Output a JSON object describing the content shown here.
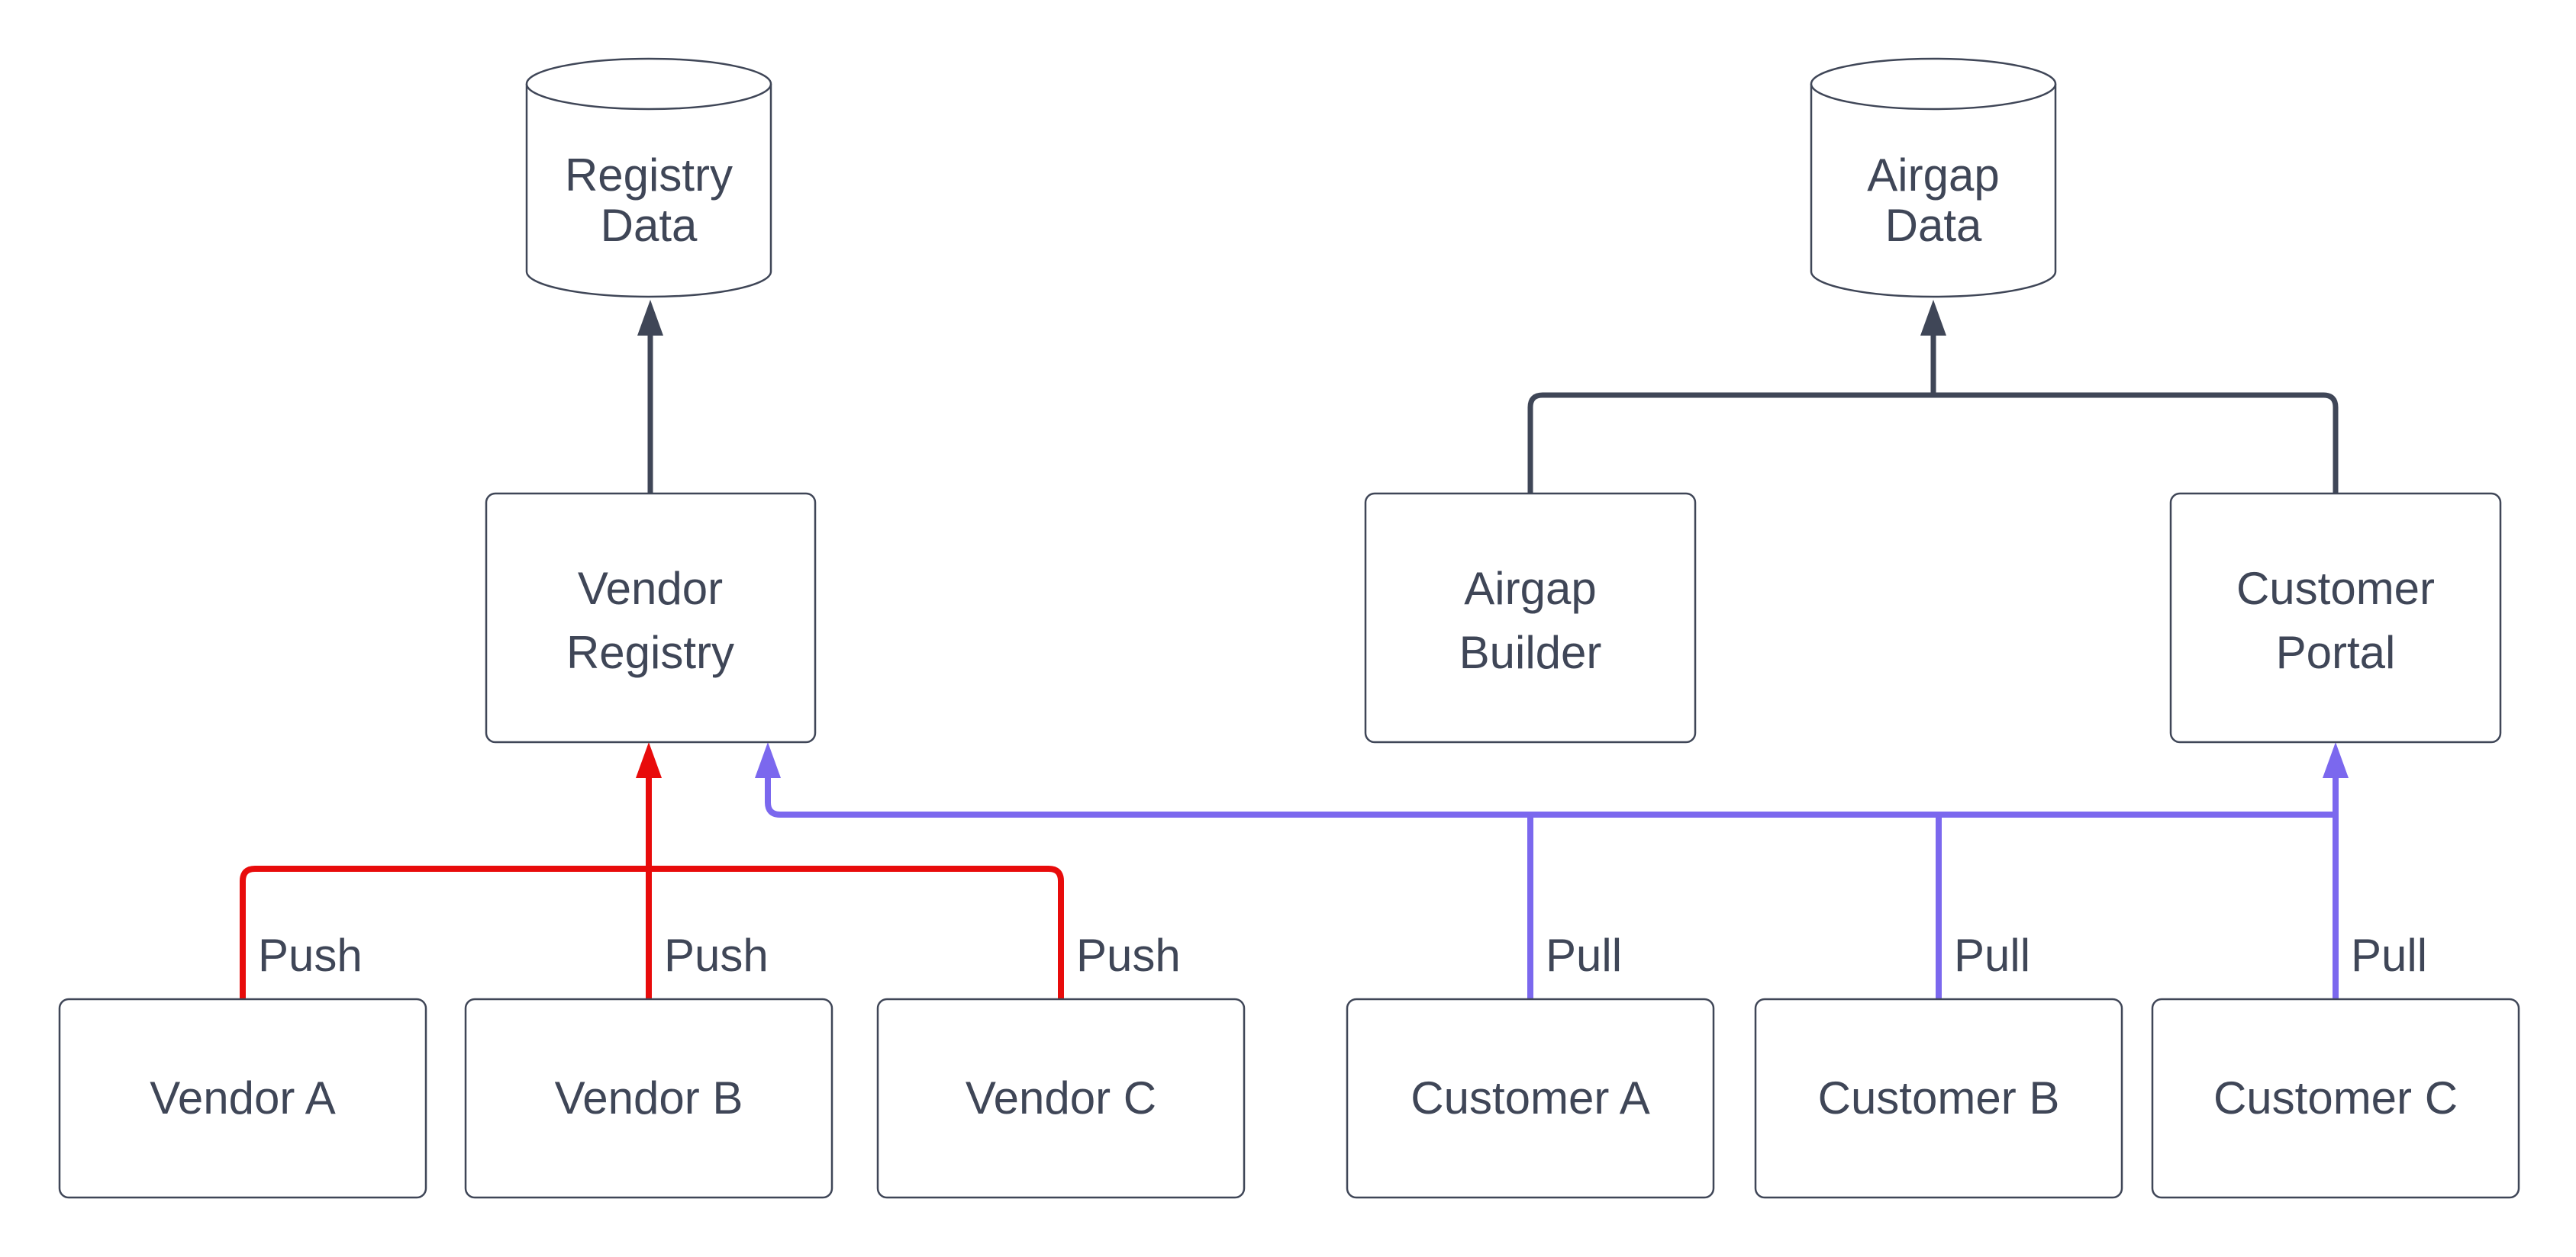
{
  "colors": {
    "ink": "#3f4657",
    "push": "#e80b0b",
    "pull": "#7b68ee",
    "fill": "#ffffff",
    "background": "#ffffff"
  },
  "datastores": [
    {
      "name": "registry-data",
      "lines": [
        "Registry",
        "Data"
      ]
    },
    {
      "name": "airgap-data",
      "lines": [
        "Airgap",
        "Data"
      ]
    }
  ],
  "services": [
    {
      "name": "vendor-registry",
      "lines": [
        "Vendor",
        "Registry"
      ]
    },
    {
      "name": "airgap-builder",
      "lines": [
        "Airgap",
        "Builder"
      ]
    },
    {
      "name": "customer-portal",
      "lines": [
        "Customer",
        "Portal"
      ]
    }
  ],
  "sources": [
    {
      "name": "vendor-a",
      "label": "Vendor A"
    },
    {
      "name": "vendor-b",
      "label": "Vendor B"
    },
    {
      "name": "vendor-c",
      "label": "Vendor C"
    },
    {
      "name": "customer-a",
      "label": "Customer A"
    },
    {
      "name": "customer-b",
      "label": "Customer B"
    },
    {
      "name": "customer-c",
      "label": "Customer C"
    }
  ],
  "edge_labels": {
    "push": [
      "Push",
      "Push",
      "Push"
    ],
    "pull": [
      "Pull",
      "Pull",
      "Pull"
    ]
  }
}
